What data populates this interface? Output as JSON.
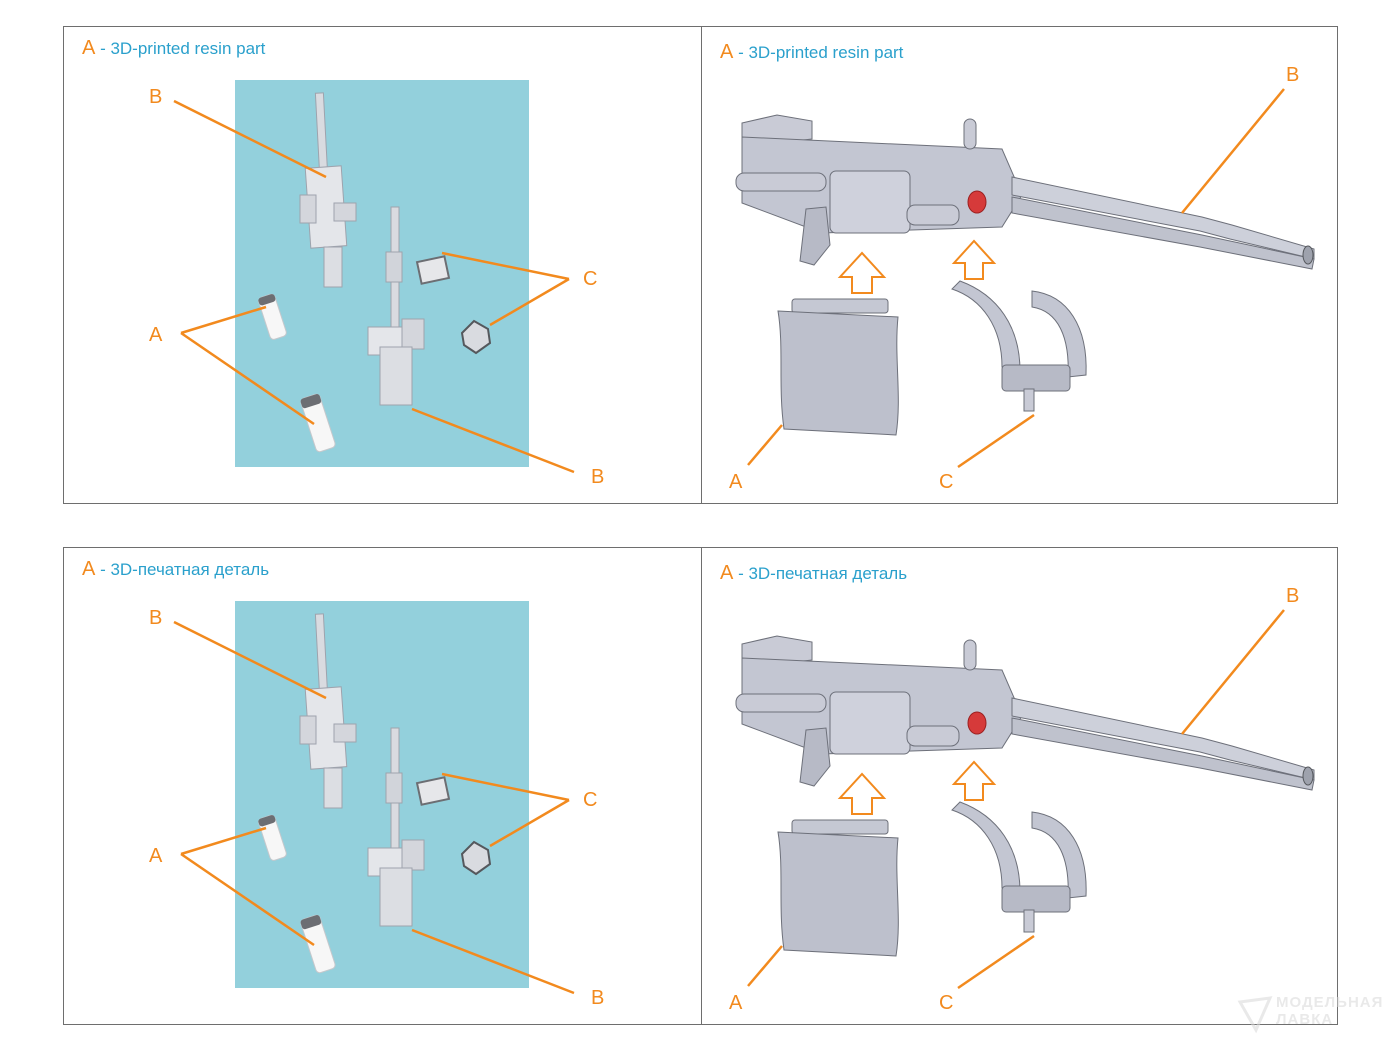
{
  "panels": {
    "english": {
      "left": {
        "caption_key": "A",
        "caption_text": " - 3D-printed resin part",
        "labels": {
          "a": "A",
          "b1": "B",
          "b2": "B",
          "c": "C"
        }
      },
      "right": {
        "caption_key": "A",
        "caption_text": " - 3D-printed resin part",
        "labels": {
          "a": "A",
          "b": "B",
          "c": "C"
        }
      }
    },
    "russian": {
      "left": {
        "caption_key": "A",
        "caption_text": " - 3D-печатная деталь",
        "labels": {
          "a": "A",
          "b1": "B",
          "b2": "B",
          "c": "C"
        }
      },
      "right": {
        "caption_key": "A",
        "caption_text": " - 3D-печатная деталь",
        "labels": {
          "a": "A",
          "b": "B",
          "c": "C"
        }
      }
    }
  },
  "watermark": {
    "line1": "МОДЕЛЬНАЯ",
    "line2": "ЛАВКА"
  },
  "colors": {
    "label_orange": "#f28a1e",
    "caption_blue": "#2aa0cc",
    "print_bed": "#93d0dc",
    "part_grey": "#b9bccb",
    "part_white": "#f4f4f4",
    "highlight_red": "#d63a3a"
  },
  "icons": {
    "arrow": "up-arrow-outline-icon"
  }
}
